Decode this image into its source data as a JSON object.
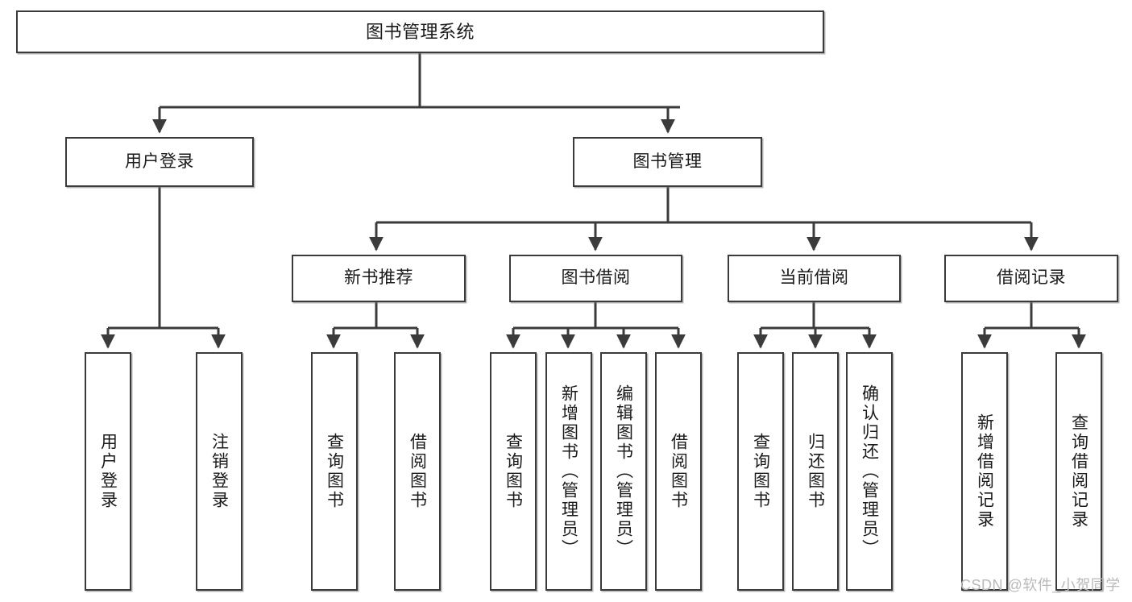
{
  "diagram": {
    "type": "tree-hierarchy",
    "title": "图书管理系统",
    "colors": {
      "box_border": "#3b3b3b",
      "box_fill": "#ffffff",
      "edge": "#3b3b3b",
      "text": "#1a1a1a",
      "watermark": "#b9b9b9",
      "background": "#ffffff"
    },
    "nodes": {
      "root": {
        "label": "图书管理系统"
      },
      "level2": [
        {
          "label": "用户登录"
        },
        {
          "label": "图书管理"
        }
      ],
      "level3": [
        {
          "label": "新书推荐"
        },
        {
          "label": "图书借阅"
        },
        {
          "label": "当前借阅"
        },
        {
          "label": "借阅记录"
        }
      ],
      "leaves": {
        "user_login": [
          {
            "label": "用户登录"
          },
          {
            "label": "注销登录"
          }
        ],
        "new_book_recommend": [
          {
            "label": "查询图书"
          },
          {
            "label": "借阅图书"
          }
        ],
        "book_borrow": [
          {
            "label": "查询图书"
          },
          {
            "label": "新增图书（管理员）"
          },
          {
            "label": "编辑图书（管理员）"
          },
          {
            "label": "借阅图书"
          }
        ],
        "current_borrow": [
          {
            "label": "查询图书"
          },
          {
            "label": "归还图书"
          },
          {
            "label": "确认归还（管理员）"
          }
        ],
        "borrow_record": [
          {
            "label": "新增借阅记录"
          },
          {
            "label": "查询借阅记录"
          }
        ]
      }
    },
    "watermark": "CSDN @软件_小贺同学"
  }
}
